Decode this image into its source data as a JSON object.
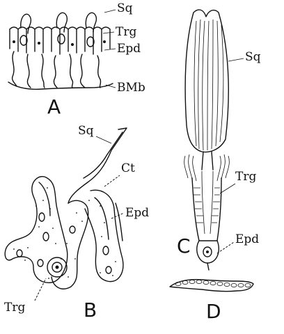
{
  "figure": {
    "panels": {
      "A": {
        "letter": "A",
        "labels": [
          "Sq",
          "Trg",
          "Epd",
          "BMb"
        ]
      },
      "B": {
        "letter": "B",
        "labels": [
          "Sq",
          "Ct",
          "Epd",
          "Trg"
        ]
      },
      "C": {
        "letter": "C",
        "labels": [
          "Sq",
          "Trg",
          "Epd"
        ]
      },
      "D": {
        "letter": "D"
      }
    }
  }
}
